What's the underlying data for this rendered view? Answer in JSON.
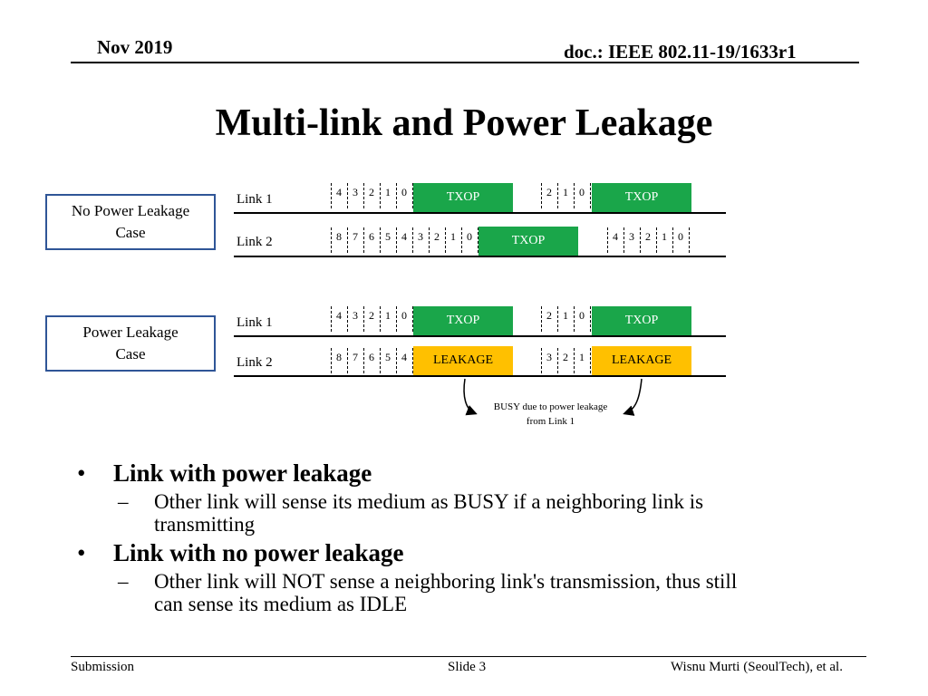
{
  "header": {
    "date": "Nov 2019",
    "doc": "doc.: IEEE 802.11-19/1633r1"
  },
  "title": "Multi-link and Power Leakage",
  "diagram": {
    "case1": {
      "label_line1": "No Power Leakage",
      "label_line2": "Case",
      "link1": {
        "label": "Link 1",
        "backoff_a": [
          "4",
          "3",
          "2",
          "1",
          "0"
        ],
        "box_a": "TXOP",
        "backoff_b": [
          "2",
          "1",
          "0"
        ],
        "box_b": "TXOP"
      },
      "link2": {
        "label": "Link 2",
        "backoff_a": [
          "8",
          "7",
          "6",
          "5",
          "4",
          "3",
          "2",
          "1",
          "0"
        ],
        "box_a": "TXOP",
        "backoff_b": [
          "4",
          "3",
          "2",
          "1",
          "0"
        ]
      }
    },
    "case2": {
      "label_line1": "Power Leakage",
      "label_line2": "Case",
      "link1": {
        "label": "Link 1",
        "backoff_a": [
          "4",
          "3",
          "2",
          "1",
          "0"
        ],
        "box_a": "TXOP",
        "backoff_b": [
          "2",
          "1",
          "0"
        ],
        "box_b": "TXOP"
      },
      "link2": {
        "label": "Link 2",
        "backoff_a": [
          "8",
          "7",
          "6",
          "5",
          "4"
        ],
        "box_a": "LEAKAGE",
        "backoff_b": [
          "3",
          "2",
          "1"
        ],
        "box_b": "LEAKAGE"
      }
    },
    "annotation_line1": "BUSY due to power leakage",
    "annotation_line2": "from Link 1",
    "colors": {
      "txop": "#1aa64a",
      "leakage": "#ffc000",
      "case_border": "#2f5597"
    }
  },
  "bullets": [
    {
      "heading": "Link with power leakage",
      "detail_line1": "Other link will sense its medium as BUSY if a neighboring link is",
      "detail_line2": "transmitting"
    },
    {
      "heading": "Link with no power leakage",
      "detail_line1": "Other link will NOT sense a neighboring link's transmission, thus still",
      "detail_line2": "can sense its medium as IDLE"
    }
  ],
  "footer": {
    "left": "Submission",
    "center": "Slide 3",
    "right": "Wisnu Murti (SeoulTech), et al."
  }
}
